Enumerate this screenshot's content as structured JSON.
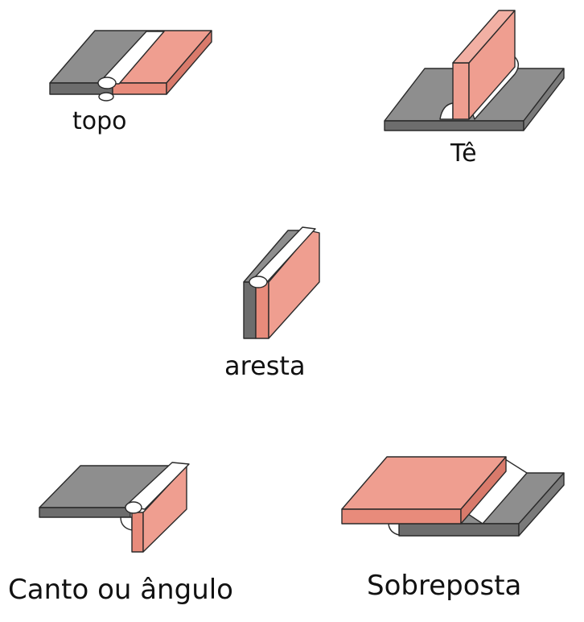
{
  "labels": {
    "topo": "topo",
    "te": "Tê",
    "aresta": "aresta",
    "canto": "Canto ou ângulo",
    "sobreposta": "Sobreposta"
  },
  "colors": {
    "grey_top": "#8e8e8e",
    "grey_side": "#6d6d6d",
    "pink_top": "#ef9e90",
    "pink_side": "#e88b7b",
    "weld": "#ffffff",
    "edge": "#2a2a2a"
  }
}
